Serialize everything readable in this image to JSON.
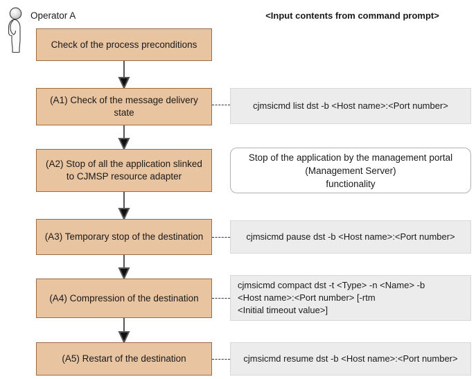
{
  "diagram": {
    "actor": {
      "icon": "person-icon",
      "label": "Operator A"
    },
    "column_header": "<Input contents from command prompt>",
    "colors": {
      "process_fill": "#e8c4a0",
      "process_border": "#9a6b45",
      "command_fill": "#ececec",
      "command_border": "#d8d8d8",
      "note_fill": "#ffffff",
      "note_border": "#b0b0b0",
      "connector": "#555555",
      "dash_link": "#333333"
    },
    "steps": [
      {
        "id": "start",
        "process": "Check of the process preconditions",
        "side": null,
        "side_type": null,
        "linked": false
      },
      {
        "id": "a1",
        "process": "(A1) Check of the message delivery state",
        "side": "cjmsicmd list dst -b <Host name>:<Port number>",
        "side_type": "command",
        "linked": true
      },
      {
        "id": "a2",
        "process": "(A2) Stop of all the application slinked to CJMSP resource adapter",
        "side": "Stop of the application by the management portal\n(Management Server)\nfunctionality",
        "side_type": "note",
        "linked": false
      },
      {
        "id": "a3",
        "process": "(A3) Temporary stop of the destination",
        "side": "cjmsicmd pause dst -b <Host name>:<Port number>",
        "side_type": "command",
        "linked": true
      },
      {
        "id": "a4",
        "process": "(A4) Compression of the destination",
        "side": "cjmsicmd compact dst -t <Type> -n <Name> -b\n<Host name>:<Port number> [-rtm\n<Initial timeout value>]",
        "side_type": "command",
        "linked": true
      },
      {
        "id": "a5",
        "process": "(A5) Restart of the destination",
        "side": "cjmsicmd resume dst -b <Host name>:<Port number>",
        "side_type": "command",
        "linked": true
      }
    ]
  }
}
